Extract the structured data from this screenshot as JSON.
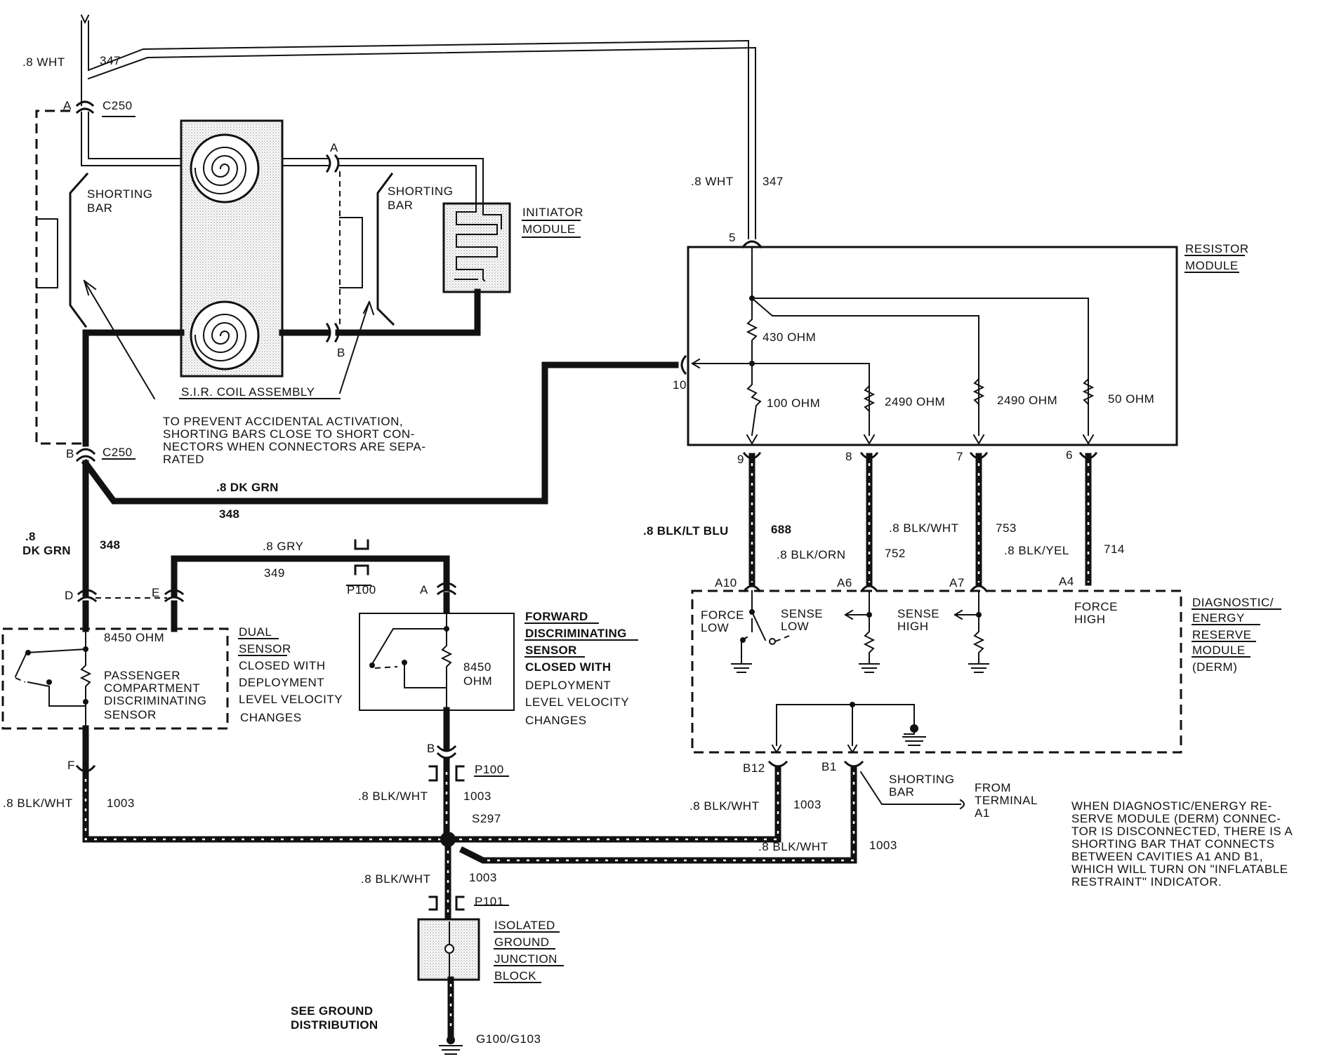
{
  "labels": {
    "wht_8_top": ".8 WHT",
    "c347_top": "347",
    "pin_a_c250": "A",
    "c250_top": "C250",
    "shorting_bar_left_1": "SHORTING",
    "shorting_bar_left_2": "BAR",
    "shorting_bar_mid_1": "SHORTING",
    "shorting_bar_mid_2": "BAR",
    "pin_a_coil": "A",
    "pin_b_coil": "B",
    "initiator_1": "INITIATOR",
    "initiator_2": "MODULE",
    "coil_assembly": "S.I.R. COIL ASSEMBLY",
    "note1_1": "TO PREVENT ACCIDENTAL ACTIVATION,",
    "note1_2": "SHORTING BARS CLOSE TO SHORT CON-",
    "note1_3": "NECTORS WHEN CONNECTORS ARE SEPA-",
    "note1_4": "RATED",
    "pin_b_c250": "B",
    "c250_bot": "C250",
    "dkgrn_mid": ".8 DK GRN",
    "c348_mid": "348",
    "dkgrn_left_1": ".8",
    "dkgrn_left_2": "DK GRN",
    "c348_left": "348",
    "wht_8_right": ".8 WHT",
    "c347_right": "347",
    "pin_5": "5",
    "resistor_1": "RESISTOR",
    "resistor_2": "MODULE",
    "ohm430": "430 OHM",
    "pin_10": "10",
    "ohm100": "100 OHM",
    "ohm2490a": "2490 OHM",
    "ohm2490b": "2490 OHM",
    "ohm50": "50 OHM",
    "pin_9": "9",
    "pin_8": "8",
    "pin_7": "7",
    "pin_6": "6",
    "blkltblu": ".8 BLK/LT BLU",
    "c688": "688",
    "blkorn": ".8 BLK/ORN",
    "c752": "752",
    "blkwht753": ".8 BLK/WHT",
    "c753": "753",
    "blkyel": ".8 BLK/YEL",
    "c714": "714",
    "gry": ".8 GRY",
    "c349": "349",
    "p100_top": "P100",
    "pin_a_fwd": "A",
    "pin_d": "D",
    "pin_e": "E",
    "pin_a10": "A10",
    "pin_a6": "A6",
    "pin_a7": "A7",
    "pin_a4": "A4",
    "force_low_1": "FORCE",
    "force_low_2": "LOW",
    "sense_low_1": "SENSE",
    "sense_low_2": "LOW",
    "sense_high_1": "SENSE",
    "sense_high_2": "HIGH",
    "force_high_1": "FORCE",
    "force_high_2": "HIGH",
    "derm_1": "DIAGNOSTIC/",
    "derm_2": "ENERGY",
    "derm_3": "RESERVE",
    "derm_4": "MODULE",
    "derm_5": "(DERM)",
    "dual_1": "DUAL",
    "dual_2": "SENSOR",
    "dual_3": "CLOSED WITH",
    "dual_4": "DEPLOYMENT",
    "dual_5": "LEVEL VELOCITY",
    "dual_6": "CHANGES",
    "pass_1": "8450 OHM",
    "pass_2": "PASSENGER",
    "pass_3": "COMPARTMENT",
    "pass_4": "DISCRIMINATING",
    "pass_5": "SENSOR",
    "fwd_ohm_1": "8450",
    "fwd_ohm_2": "OHM",
    "fwd_1": "FORWARD",
    "fwd_2": "DISCRIMINATING",
    "fwd_3": "SENSOR",
    "fwd_4": "CLOSED WITH",
    "fwd_5": "DEPLOYMENT",
    "fwd_6": "LEVEL VELOCITY",
    "fwd_7": "CHANGES",
    "pin_f": "F",
    "blkwht_left": ".8 BLK/WHT",
    "c1003_left": "1003",
    "pin_b_fwd": "B",
    "p100_bot": "P100",
    "blkwht_center": ".8 BLK/WHT",
    "c1003_center": "1003",
    "s297": "S297",
    "pin_b12": "B12",
    "pin_b1": "B1",
    "blkwht_b12": ".8 BLK/WHT",
    "c1003_b12": "1003",
    "blkwht_b1": ".8 BLK/WHT",
    "c1003_b1": "1003",
    "shorting_bar_r_1": "SHORTING",
    "shorting_bar_r_2": "BAR",
    "from_1": "FROM",
    "from_2": "TERMINAL",
    "from_3": "A1",
    "note2_1": "WHEN DIAGNOSTIC/ENERGY RE-",
    "note2_2": "SERVE MODULE (DERM) CONNEC-",
    "note2_3": "TOR IS DISCONNECTED, THERE IS A",
    "note2_4": "SHORTING BAR THAT CONNECTS",
    "note2_5": "BETWEEN CAVITIES A1 AND B1,",
    "note2_6": "WHICH WILL TURN ON \"INFLATABLE",
    "note2_7": "RESTRAINT\" INDICATOR.",
    "blkwht_bot": ".8 BLK/WHT",
    "c1003_bot": "1003",
    "p101": "P101",
    "igjb_1": "ISOLATED",
    "igjb_2": "GROUND",
    "igjb_3": "JUNCTION",
    "igjb_4": "BLOCK",
    "see_1": "SEE GROUND",
    "see_2": "DISTRIBUTION",
    "g100": "G100/G103"
  }
}
